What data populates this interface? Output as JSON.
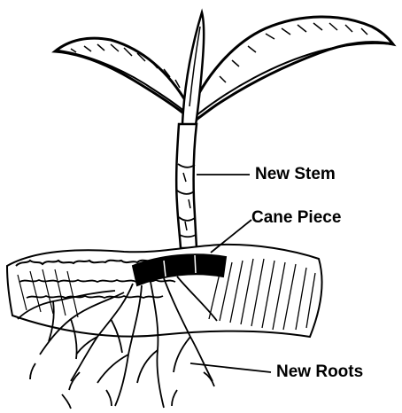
{
  "labels": {
    "new_stem": "New Stem",
    "cane_piece": "Cane Piece",
    "new_roots": "New Roots"
  },
  "colors": {
    "ink": "#000000",
    "paper": "#ffffff"
  }
}
